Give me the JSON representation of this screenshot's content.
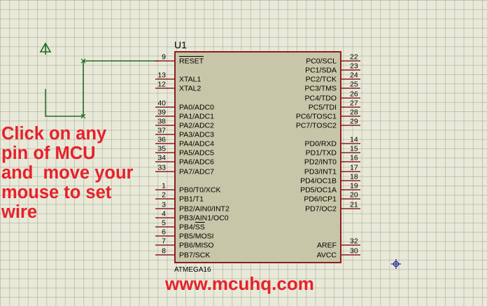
{
  "component": {
    "ref": "U1",
    "part": "ATMEGA16",
    "left_pins": [
      {
        "num": "9",
        "name": "RESET",
        "overline": true
      },
      {
        "num": "13",
        "name": "XTAL1"
      },
      {
        "num": "12",
        "name": "XTAL2"
      },
      {
        "num": "40",
        "name": "PA0/ADC0"
      },
      {
        "num": "39",
        "name": "PA1/ADC1"
      },
      {
        "num": "38",
        "name": "PA2/ADC2"
      },
      {
        "num": "37",
        "name": "PA3/ADC3"
      },
      {
        "num": "36",
        "name": "PA4/ADC4"
      },
      {
        "num": "35",
        "name": "PA5/ADC5"
      },
      {
        "num": "34",
        "name": "PA6/ADC6"
      },
      {
        "num": "33",
        "name": "PA7/ADC7"
      },
      {
        "num": "1",
        "name": "PB0/T0/XCK"
      },
      {
        "num": "2",
        "name": "PB1/T1"
      },
      {
        "num": "3",
        "name": "PB2/AIN0/INT2"
      },
      {
        "num": "4",
        "name": "PB3/AIN1/OC0"
      },
      {
        "num": "5",
        "name": "PB4/SS",
        "overline_part": "SS"
      },
      {
        "num": "6",
        "name": "PB5/MOSI"
      },
      {
        "num": "7",
        "name": "PB6/MISO"
      },
      {
        "num": "8",
        "name": "PB7/SCK"
      }
    ],
    "right_pins": [
      {
        "num": "22",
        "name": "PC0/SCL"
      },
      {
        "num": "23",
        "name": "PC1/SDA"
      },
      {
        "num": "24",
        "name": "PC2/TCK"
      },
      {
        "num": "25",
        "name": "PC3/TMS"
      },
      {
        "num": "26",
        "name": "PC4/TDO"
      },
      {
        "num": "27",
        "name": "PC5/TDI"
      },
      {
        "num": "28",
        "name": "PC6/TOSC1"
      },
      {
        "num": "29",
        "name": "PC7/TOSC2"
      },
      {
        "num": "14",
        "name": "PD0/RXD"
      },
      {
        "num": "15",
        "name": "PD1/TXD"
      },
      {
        "num": "16",
        "name": "PD2/INT0"
      },
      {
        "num": "17",
        "name": "PD3/INT1"
      },
      {
        "num": "18",
        "name": "PD4/OC1B"
      },
      {
        "num": "19",
        "name": "PD5/OC1A"
      },
      {
        "num": "20",
        "name": "PD6/ICP1"
      },
      {
        "num": "21",
        "name": "PD7/OC2"
      },
      {
        "num": "32",
        "name": "AREF"
      },
      {
        "num": "30",
        "name": "AVCC"
      }
    ]
  },
  "annotation": {
    "instruction": "Click on any\npin of MCU\nand  move your\nmouse to set\nwire",
    "website": "www.mcuhq.com"
  },
  "colors": {
    "background": "#e9e9d9",
    "chip_fill": "#c8c6a8",
    "chip_outline": "#8a1f1f",
    "wire": "#1f6b1f",
    "annotation": "#e8202a",
    "cursor": "#1a1aa0"
  },
  "icons": [
    "power-terminal-icon",
    "crosshair-cursor-icon"
  ]
}
